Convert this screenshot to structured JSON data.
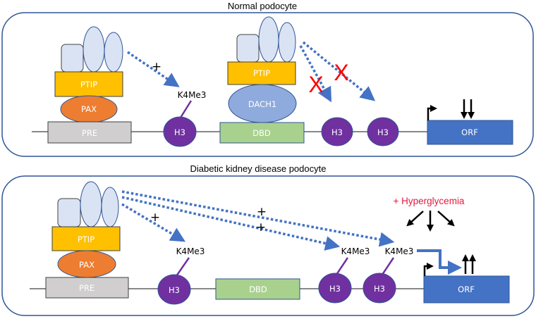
{
  "figure": {
    "panels": [
      {
        "id": "normal",
        "title": "Normal podocyte",
        "complex_1": {
          "upper": "PTIP",
          "middle": "PAX",
          "dna_element": "PRE"
        },
        "complex_2": {
          "upper": "PTIP",
          "middle": "DACH1",
          "dna_element": "DBD"
        },
        "histones": [
          "H3",
          "H3",
          "H3"
        ],
        "histone_mark": "K4Me3",
        "blocked_marks": [
          "X",
          "X"
        ],
        "activation_sign": "+",
        "gene": "ORF",
        "expression": "down"
      },
      {
        "id": "dkd",
        "title": "Diabetic kidney disease podocyte",
        "complex_1": {
          "upper": "PTIP",
          "middle": "PAX",
          "dna_element": "PRE"
        },
        "dna_element_2": "DBD",
        "histones": [
          "H3",
          "H3",
          "H3"
        ],
        "histone_marks": [
          "K4Me3",
          "K4Me3",
          "K4Me3"
        ],
        "activation_signs": [
          "+",
          "+",
          "+"
        ],
        "stimulus": "+ Hyperglycemia",
        "gene": "ORF",
        "expression": "up"
      }
    ],
    "colors": {
      "panel_border": "#2f5597",
      "ptip": "#ffc000",
      "pax": "#ed7d31",
      "pre": "#d0cece",
      "dach1": "#8faadc",
      "dbd": "#a9d18e",
      "h3": "#7030a0",
      "orf": "#4472c4",
      "arrow": "#4472c4",
      "block": "#ff0000",
      "stimulus": "#e8173f"
    }
  }
}
